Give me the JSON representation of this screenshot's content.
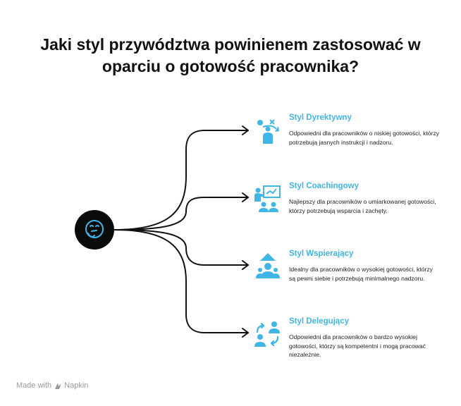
{
  "title": {
    "line1": "Jaki styl przywództwa powinienem zastosować w",
    "line2": "oparciu o gotowość pracownika?"
  },
  "hub": {
    "icon": "thinking-face-icon"
  },
  "items": [
    {
      "title": "Styl Dyrektywny",
      "desc": "Odpowiedni dla pracowników o niskiej gotowości, którzy potrzebują jasnych instrukcji i nadzoru.",
      "icon": "strategy-person-icon"
    },
    {
      "title": "Styl Coachingowy",
      "desc": "Najlepszy dla pracowników o umiarkowanej gotowości, którzy potrzebują wsparcia i zachęty.",
      "icon": "presentation-coach-icon"
    },
    {
      "title": "Styl Wspierający",
      "desc": "Idealny dla pracowników o wysokiej gotowości, którzy są pewni siebie i potrzebują minimalnego nadzoru.",
      "icon": "support-people-icon"
    },
    {
      "title": "Styl Delegujący",
      "desc": "Odpowiedni dla pracowników o bardzo wysokiej gotowości, którzy są kompetentni i mogą pracować niezależnie.",
      "icon": "delegate-people-icon"
    }
  ],
  "footer": {
    "made_with": "Made with",
    "brand": "Napkin"
  },
  "colors": {
    "accent": "#3fb6e6",
    "hub": "#0b0b0b",
    "line": "#111111"
  }
}
